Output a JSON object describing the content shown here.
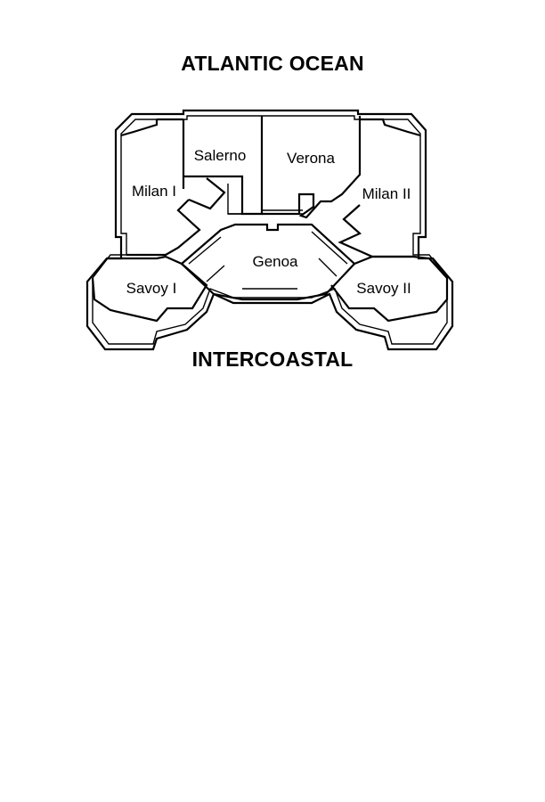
{
  "headings": {
    "top": "ATLANTIC OCEAN",
    "bottom": "INTERCOASTAL"
  },
  "units": {
    "salerno": "Salerno",
    "verona": "Verona",
    "milan_1": "Milan I",
    "milan_2": "Milan II",
    "genoa": "Genoa",
    "savoy_1": "Savoy I",
    "savoy_2": "Savoy II"
  }
}
